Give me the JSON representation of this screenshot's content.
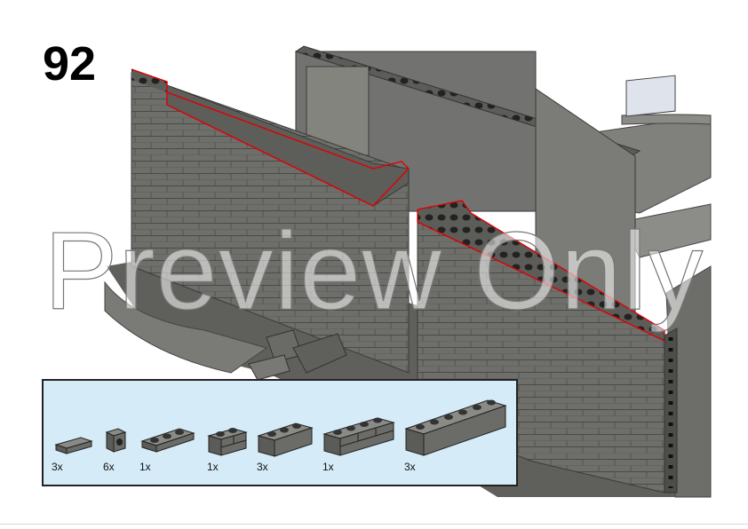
{
  "step": {
    "number": "92"
  },
  "watermark": {
    "text": "Preview Only"
  },
  "parts": {
    "items": [
      {
        "qty": "3x",
        "icon": "tile-1x2-icon"
      },
      {
        "qty": "6x",
        "icon": "bracket-1x1-icon"
      },
      {
        "qty": "1x",
        "icon": "plate-1x3-icon"
      },
      {
        "qty": "1x",
        "icon": "masonry-brick-1x2-icon"
      },
      {
        "qty": "3x",
        "icon": "brick-1x3-icon"
      },
      {
        "qty": "1x",
        "icon": "masonry-brick-1x4-icon"
      },
      {
        "qty": "3x",
        "icon": "brick-1x6-icon"
      }
    ]
  },
  "colors": {
    "brick_gray": "#6e6e6a",
    "highlight": "#e00000",
    "parts_bg": "#d5ebf8"
  }
}
